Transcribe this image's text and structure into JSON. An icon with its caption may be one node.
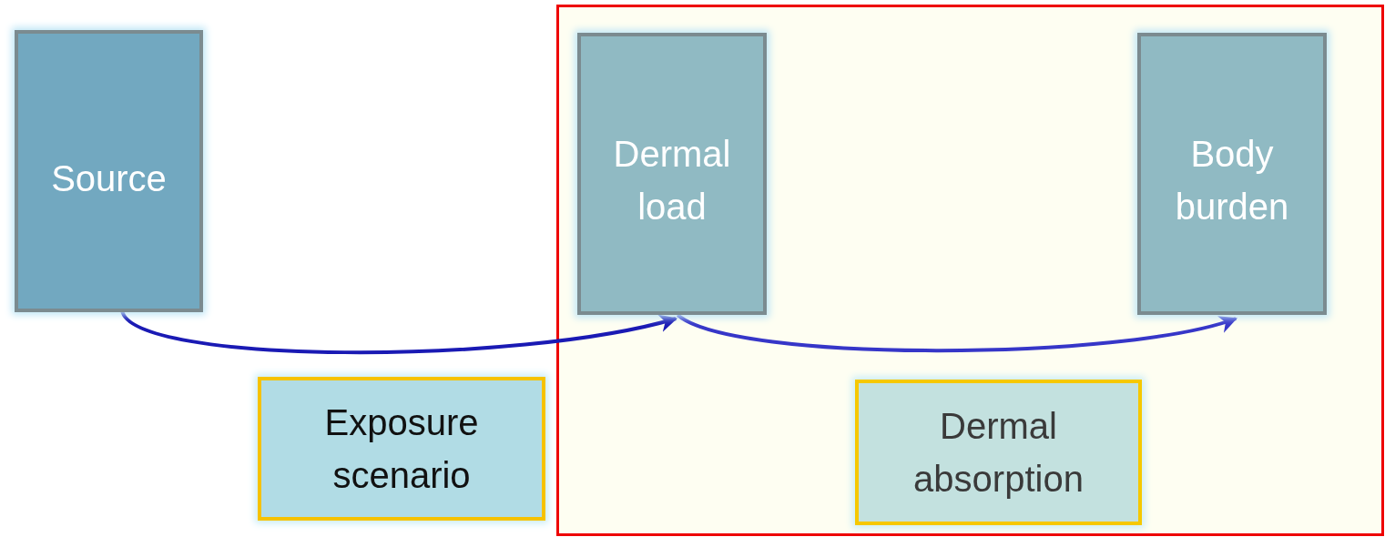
{
  "diagram": {
    "nodes": [
      {
        "text": [
          "Source"
        ]
      },
      {
        "text": [],
        "shape": "box"
      },
      {
        "text": [
          "Dermal load"
        ],
        "in": 1
      },
      {
        "text": [
          "Body burden"
        ],
        "in": 1
      },
      {
        "text": [
          "Exposure scenario"
        ]
      },
      {
        "text": [
          "Dermal absorption"
        ],
        "in": 1
      }
    ],
    "edges": [
      {
        "from": 0,
        "to": 2,
        "arrow": "to",
        "color": "#1a1ab4"
      },
      {
        "from": 2,
        "to": 3,
        "arrow": "to"
      }
    ]
  }
}
